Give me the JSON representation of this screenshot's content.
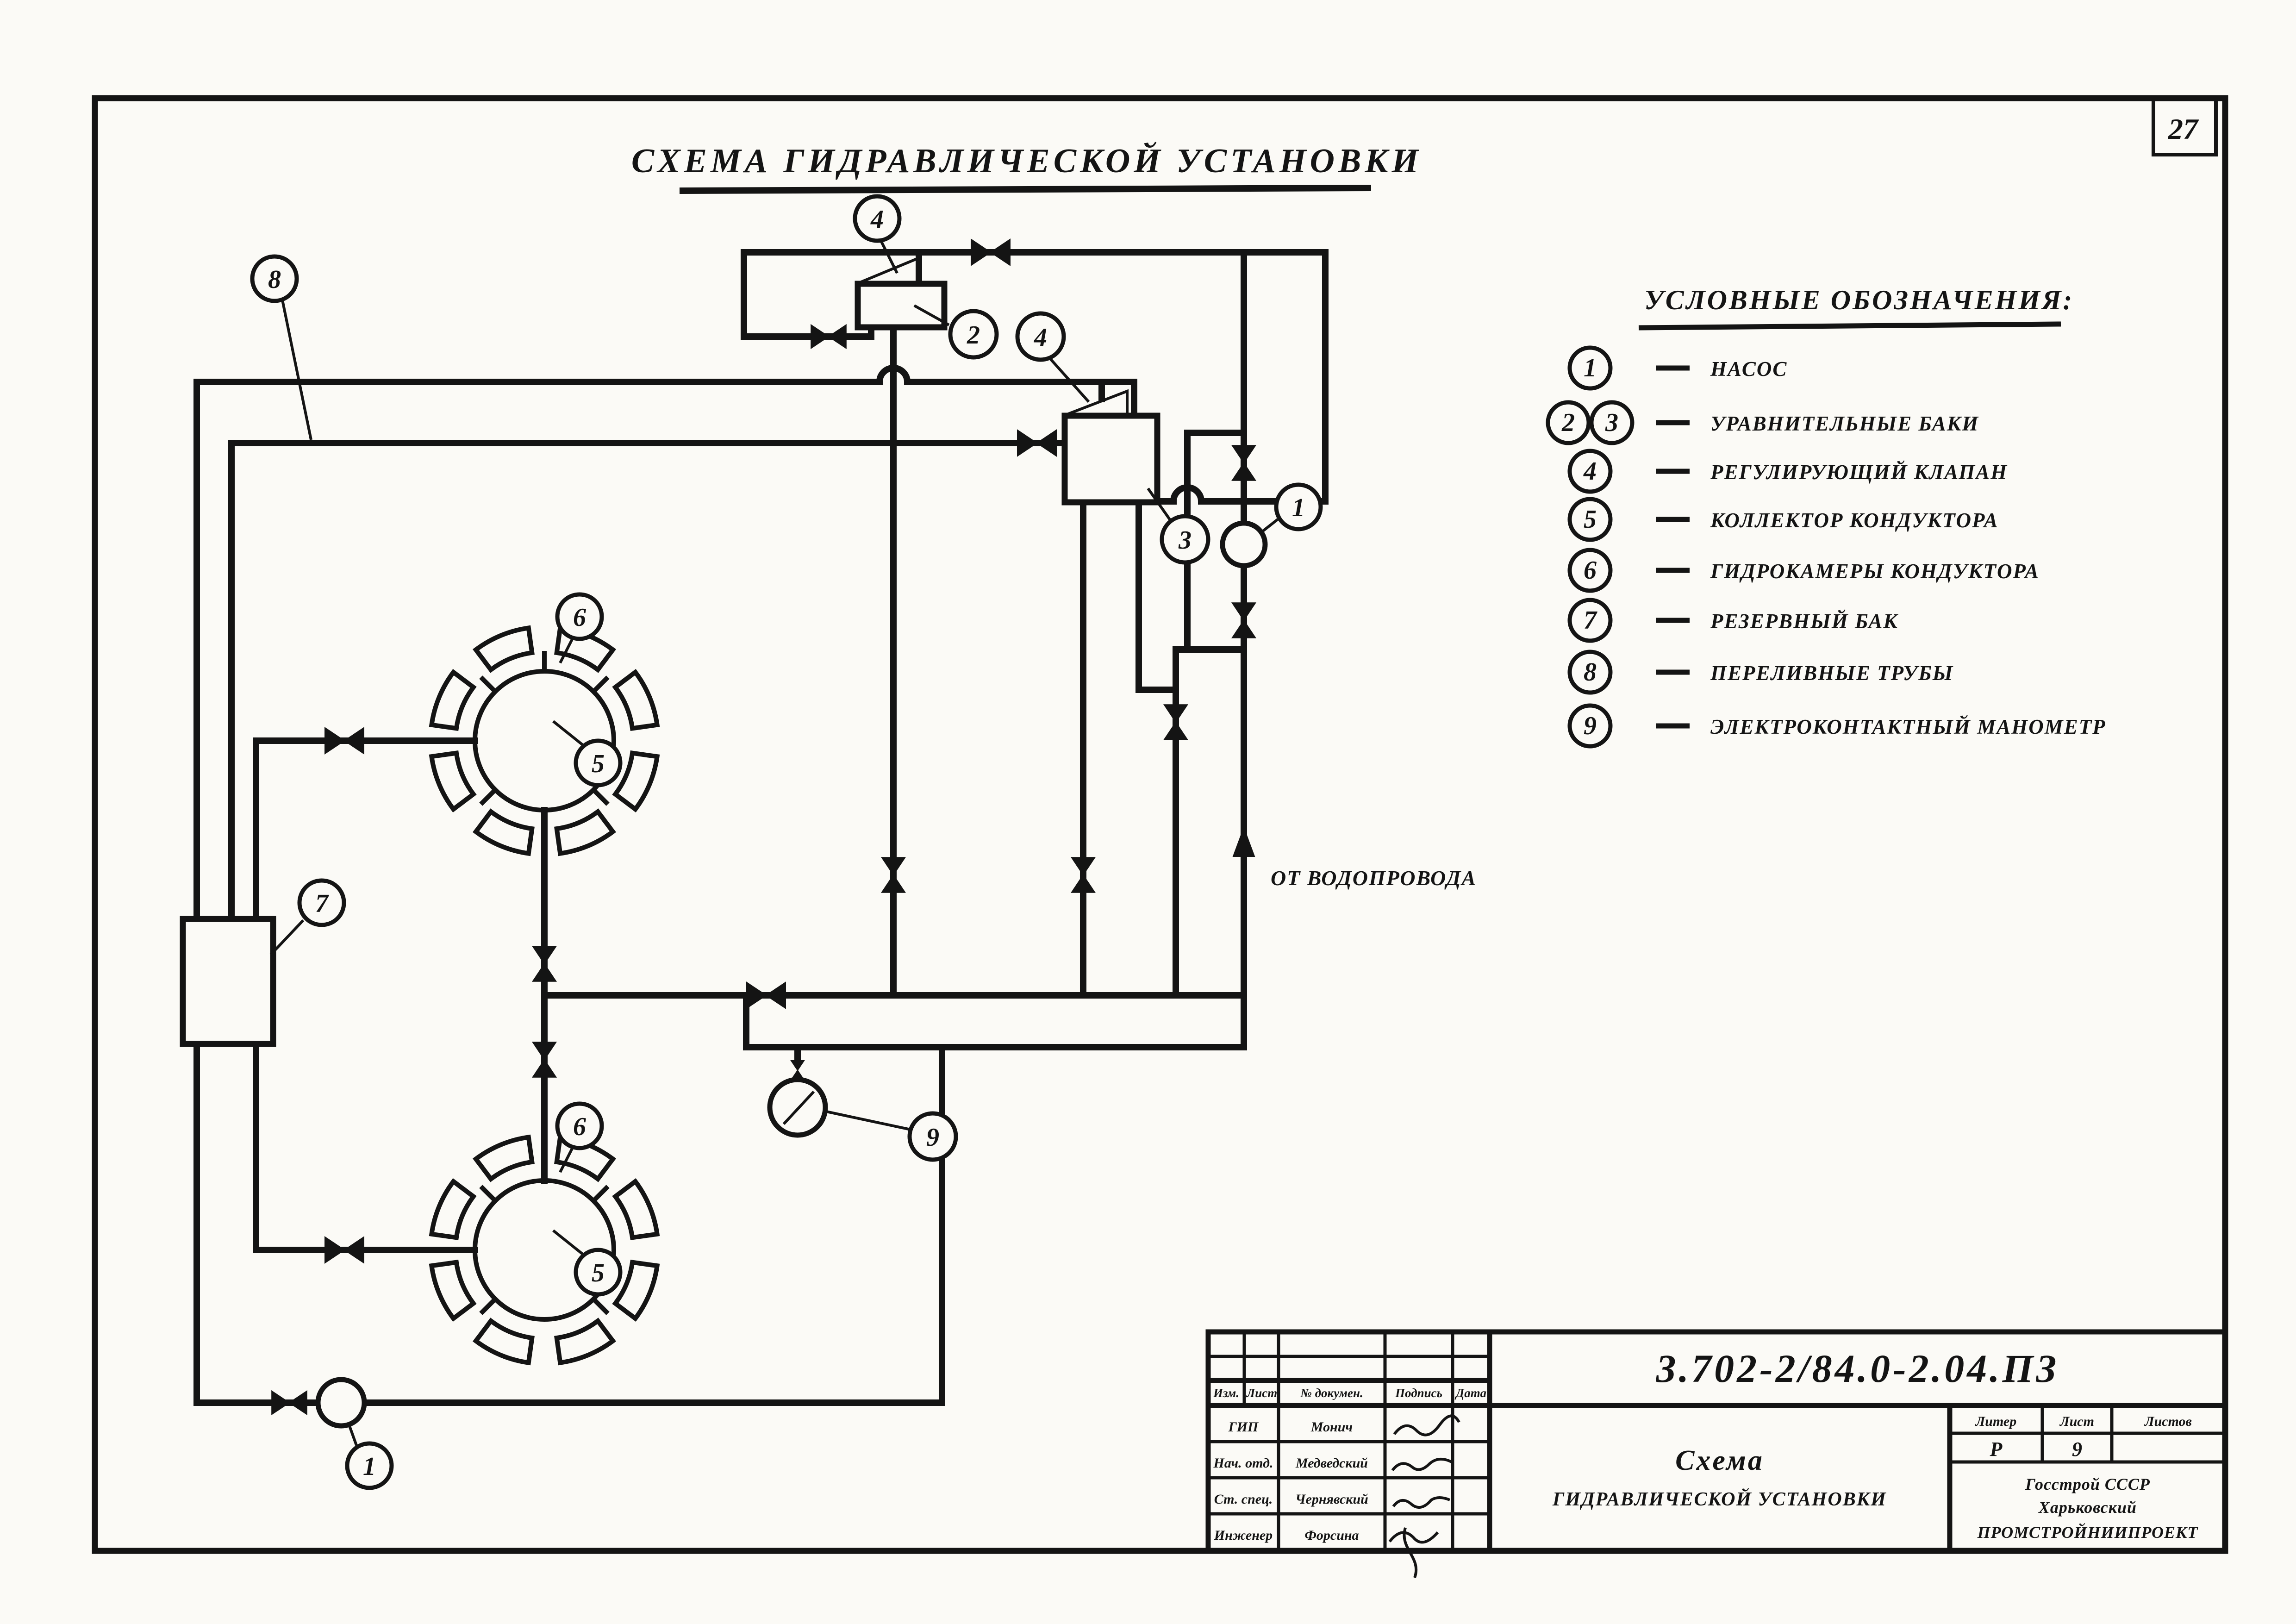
{
  "page": {
    "number": "27"
  },
  "title": "Схема гидравлической установки",
  "legend": {
    "header": "Условные обозначения:",
    "items": [
      {
        "symbols": [
          "1"
        ],
        "label": "Насос"
      },
      {
        "symbols": [
          "2",
          "3"
        ],
        "label": "Уравнительные баки"
      },
      {
        "symbols": [
          "4"
        ],
        "label": "Регулирующий клапан"
      },
      {
        "symbols": [
          "5"
        ],
        "label": "Коллектор кондуктора"
      },
      {
        "symbols": [
          "6"
        ],
        "label": "Гидрокамеры кондуктора"
      },
      {
        "symbols": [
          "7"
        ],
        "label": "Резервный бак"
      },
      {
        "symbols": [
          "8"
        ],
        "label": "Переливные трубы"
      },
      {
        "symbols": [
          "9"
        ],
        "label": "Электроконтактный манометр"
      }
    ]
  },
  "callouts": {
    "k8": "8",
    "k4a": "4",
    "k2": "2",
    "k4b": "4",
    "k3": "3",
    "k1a": "1",
    "k6a": "6",
    "k5a": "5",
    "k7": "7",
    "k6b": "6",
    "k5b": "5",
    "k9": "9",
    "k1b": "1"
  },
  "annotations": {
    "water_supply": "От водопровода"
  },
  "title_block": {
    "doc_number": "3.702-2/84.0-2.04.ПЗ",
    "scheme_line1": "Схема",
    "scheme_line2": "гидравлической установки",
    "columns": {
      "izm": "Изм.",
      "list": "Лист",
      "doc": "№ докумен.",
      "sign": "Подпись",
      "date": "Дата"
    },
    "rows": [
      {
        "role": "ГИП",
        "name": "Монич"
      },
      {
        "role": "Нач. отд.",
        "name": "Медведский"
      },
      {
        "role": "Ст. спец.",
        "name": "Чернявский"
      },
      {
        "role": "Инженер",
        "name": "Форсина"
      }
    ],
    "liter_label": "Литер",
    "list_label": "Лист",
    "listov_label": "Листов",
    "liter_value": "Р",
    "list_value": "9",
    "listov_value": "",
    "org_line1": "Госстрой СССР",
    "org_line2": "Харьковский",
    "org_line3": "Промстройниипроект"
  },
  "colors": {
    "ink": "#141414",
    "paper": "#fbfaf6"
  }
}
